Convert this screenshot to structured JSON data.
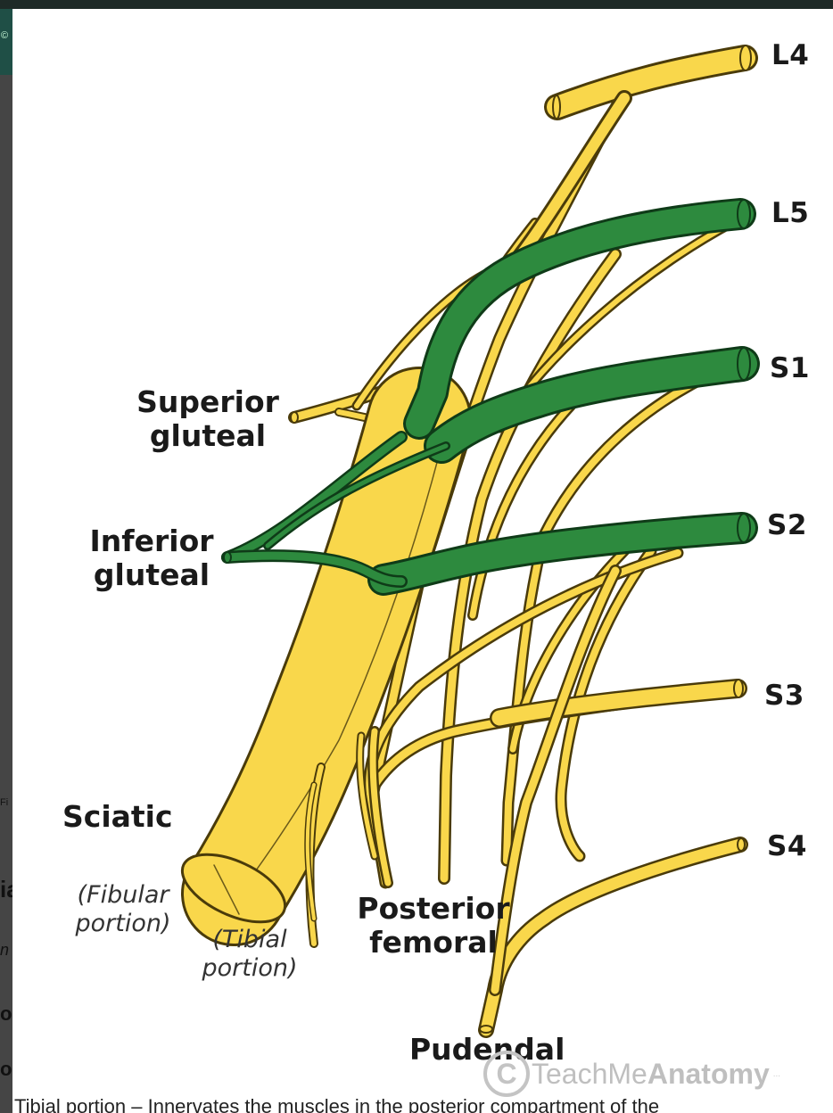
{
  "labels": {
    "l4": "L4",
    "l5": "L5",
    "s1": "S1",
    "s2": "S2",
    "s3": "S3",
    "s4": "S4",
    "superior_gluteal": [
      "Superior",
      "gluteal"
    ],
    "inferior_gluteal": [
      "Inferior",
      "gluteal"
    ],
    "sciatic": "Sciatic",
    "fibular_portion": [
      "(Fibular",
      "portion)"
    ],
    "tibial_portion": [
      "(Tibial",
      "portion)"
    ],
    "posterior_femoral": [
      "Posterior",
      "femoral"
    ],
    "pudendal": "Pudendal"
  },
  "watermark": {
    "copyright": "C",
    "brand_light": "TeachMe",
    "brand_bold": "Anatomy",
    "tail": "..."
  },
  "background_page": {
    "top_symbol": "©",
    "fragments": [
      "Fi",
      "ia",
      "n",
      "o",
      "o"
    ],
    "bottom_line": "Tibial portion – Innervates the muscles in the posterior compartment of the"
  },
  "colors": {
    "nerve_yellow": "#f9d74b",
    "nerve_outline": "#4a3b0a",
    "nerve_green": "#2d8a3e",
    "green_outline": "#0f3b18",
    "label_text": "#1a1a1a",
    "watermark": "#bfbfbf"
  }
}
